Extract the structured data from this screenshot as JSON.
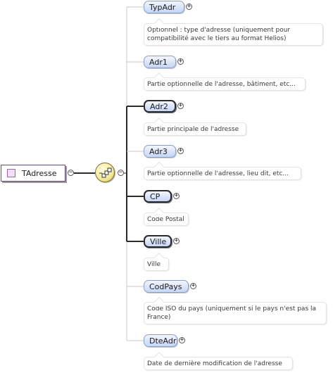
{
  "root": {
    "name": "TAdresse",
    "icon": "complex-type-icon",
    "collapse_symbol": "−"
  },
  "compositor": {
    "kind": "sequence",
    "icon": "sequence-compositor-icon",
    "collapse_symbol": "−"
  },
  "expand_symbol": "+",
  "elements": [
    {
      "id": "typadr",
      "name": "TypAdr",
      "required": false,
      "doc": "Optionnel : type d'adresse (uniquement pour compatibilité avec le tiers au format Helios)"
    },
    {
      "id": "adr1",
      "name": "Adr1",
      "required": false,
      "doc": "Partie optionnelle de l'adresse, bâtiment, etc..."
    },
    {
      "id": "adr2",
      "name": "Adr2",
      "required": true,
      "doc": "Partie principale de l'adresse"
    },
    {
      "id": "adr3",
      "name": "Adr3",
      "required": false,
      "doc": "Partie optionnelle de l'adresse, lieu dit, etc..."
    },
    {
      "id": "cp",
      "name": "CP",
      "required": true,
      "doc": "Code Postal"
    },
    {
      "id": "ville",
      "name": "Ville",
      "required": true,
      "doc": "Ville"
    },
    {
      "id": "codpays",
      "name": "CodPays",
      "required": false,
      "doc": "Code ISO du pays (uniquement si le pays n'est pas la France)"
    },
    {
      "id": "dteadr",
      "name": "DteAdr",
      "required": false,
      "doc": "Date de dernière modification de l'adresse"
    }
  ]
}
